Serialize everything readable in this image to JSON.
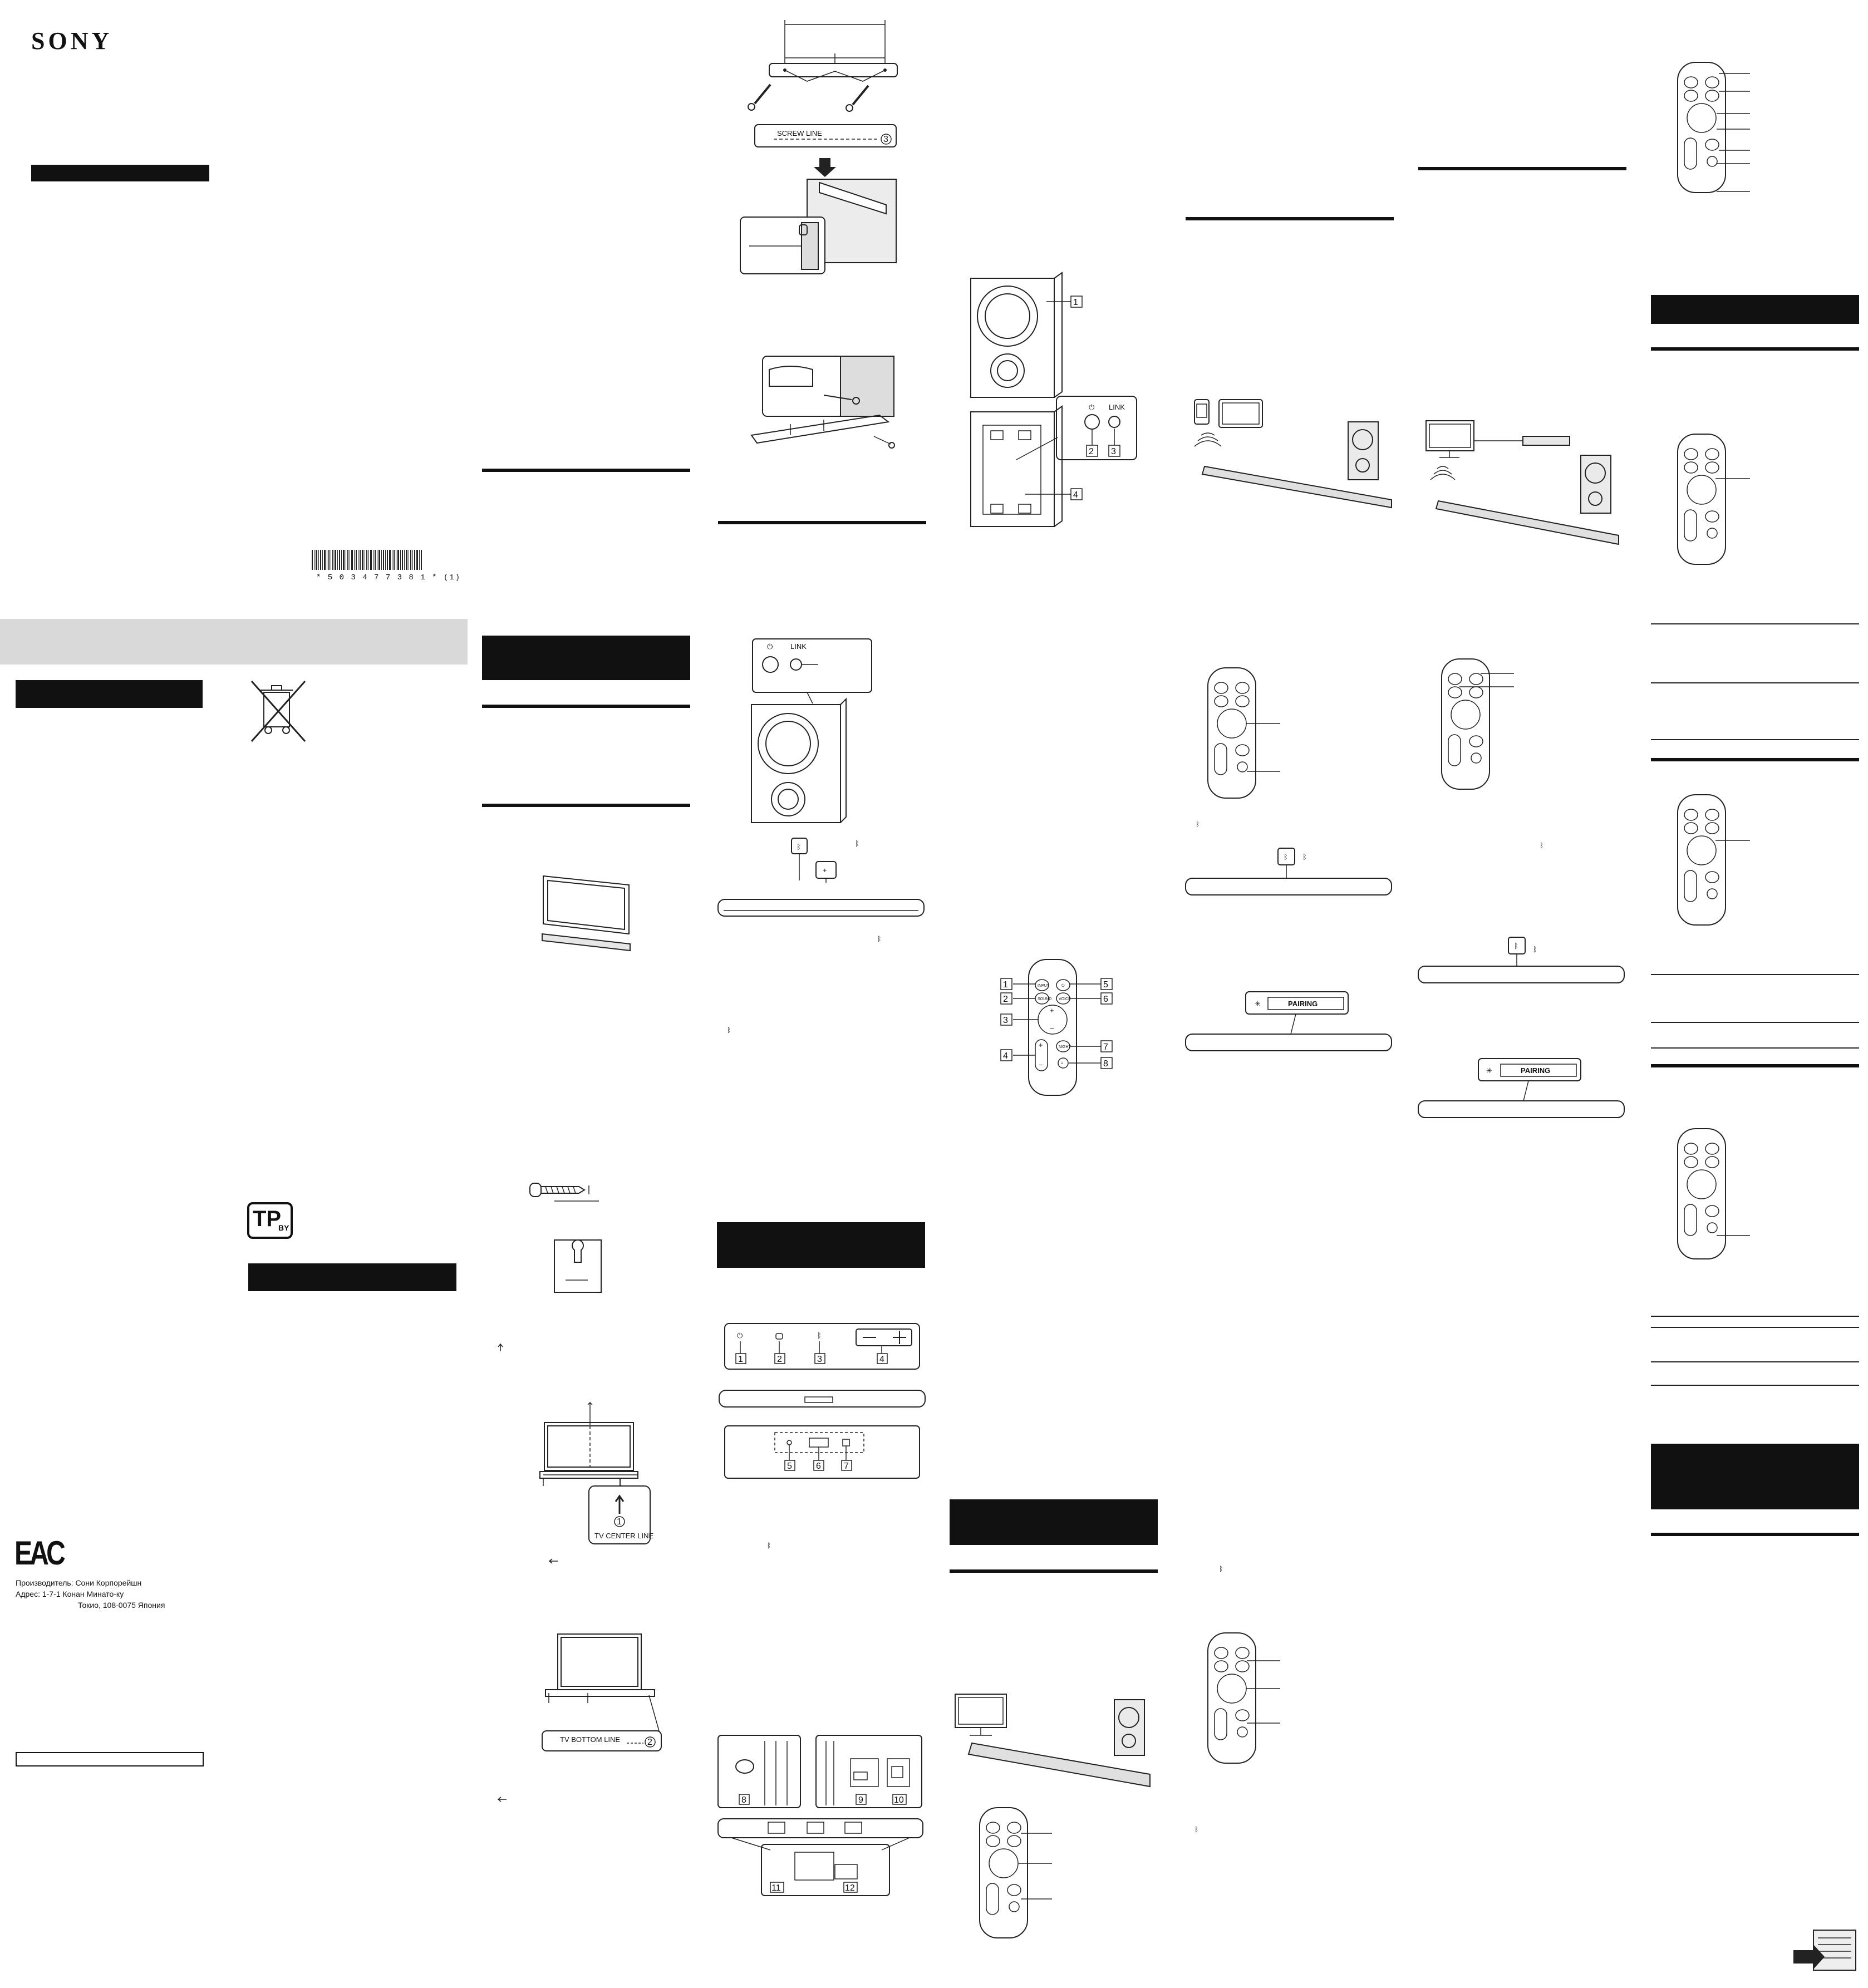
{
  "brand": "SONY",
  "barcode_number": "* 5 0 3 4 7 7 3 8 1 * (1)",
  "labels": {
    "screw_line": "SCREW LINE",
    "tv_center_line": "TV CENTER LINE",
    "tv_bottom_line": "TV BOTTOM LINE",
    "link": "LINK",
    "pairing": "PAIRING",
    "tp": "TP",
    "tp_sub": "BY",
    "eac": "EAC"
  },
  "manufacturer": {
    "line1": "Производитель:  Сони Корпорейшн",
    "line2": "Адрес: 1-7-1 Конан Минато-ку",
    "line3": "Токио, 108-0075 Япония"
  },
  "remote_keys": {
    "input": "INPUT",
    "power": "⏻",
    "sound_field": "SOUND FIELD",
    "voice": "VOICE",
    "vol": "◄ ))",
    "plus": "+",
    "minus": "−",
    "bass": "BASS",
    "night": "NIGHT",
    "mute": "🔇"
  },
  "callouts": {
    "n1": "1",
    "n2": "2",
    "n3": "3",
    "n4": "4",
    "n5": "5",
    "n6": "6",
    "n7": "7",
    "n8": "8",
    "n9": "9",
    "n10": "10",
    "n11": "11",
    "n12": "12",
    "c1": "①",
    "c2": "②",
    "c3": "③"
  },
  "colors": {
    "ink": "#111111",
    "grey_band": "#d9d9d9",
    "paper": "#ffffff"
  },
  "icons": [
    "recycle-bin-crossed-icon",
    "bluetooth-icon",
    "power-icon",
    "plus-icon",
    "minus-icon",
    "arrow-down-icon",
    "pairing-blink-icon",
    "pdf-doc-icon"
  ]
}
